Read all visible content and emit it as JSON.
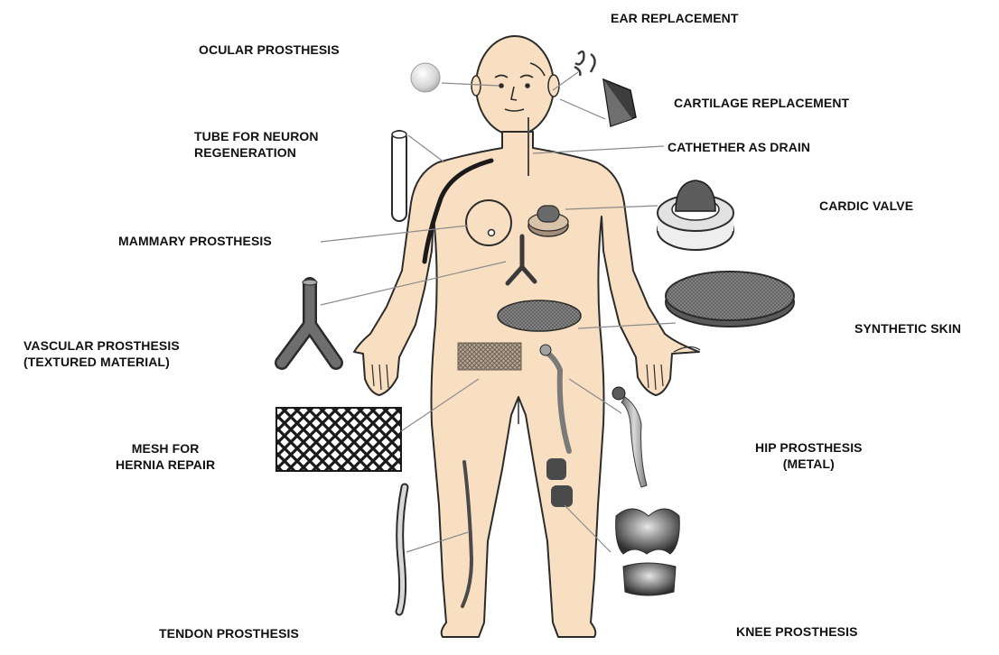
{
  "colors": {
    "skin": "#f9dfc1",
    "outline": "#2b2b2b",
    "leader": "#8a8a8a",
    "label_text": "#111111",
    "implant_dark": "#4a4a4a",
    "implant_mid": "#7a7a7a",
    "implant_light": "#d9d9d9"
  },
  "labels": {
    "ear": "EAR REPLACEMENT",
    "ocular": "OCULAR PROSTHESIS",
    "cartilage": "CARTILAGE REPLACEMENT",
    "tube_line1": "TUBE FOR NEURON",
    "tube_line2": "REGENERATION",
    "catheter": "CATHETHER AS DRAIN",
    "cardic": "CARDIC VALVE",
    "mammary": "MAMMARY PROSTHESIS",
    "skin": "SYNTHETIC SKIN",
    "vascular_line1": "VASCULAR PROSTHESIS",
    "vascular_line2": "(TEXTURED MATERIAL)",
    "mesh_line1": "MESH FOR",
    "mesh_line2": "HERNIA REPAIR",
    "hip_line1": "HIP PROSTHESIS",
    "hip_line2": "(METAL)",
    "tendon": "TENDON PROSTHESIS",
    "knee": "KNEE PROSTHESIS"
  }
}
